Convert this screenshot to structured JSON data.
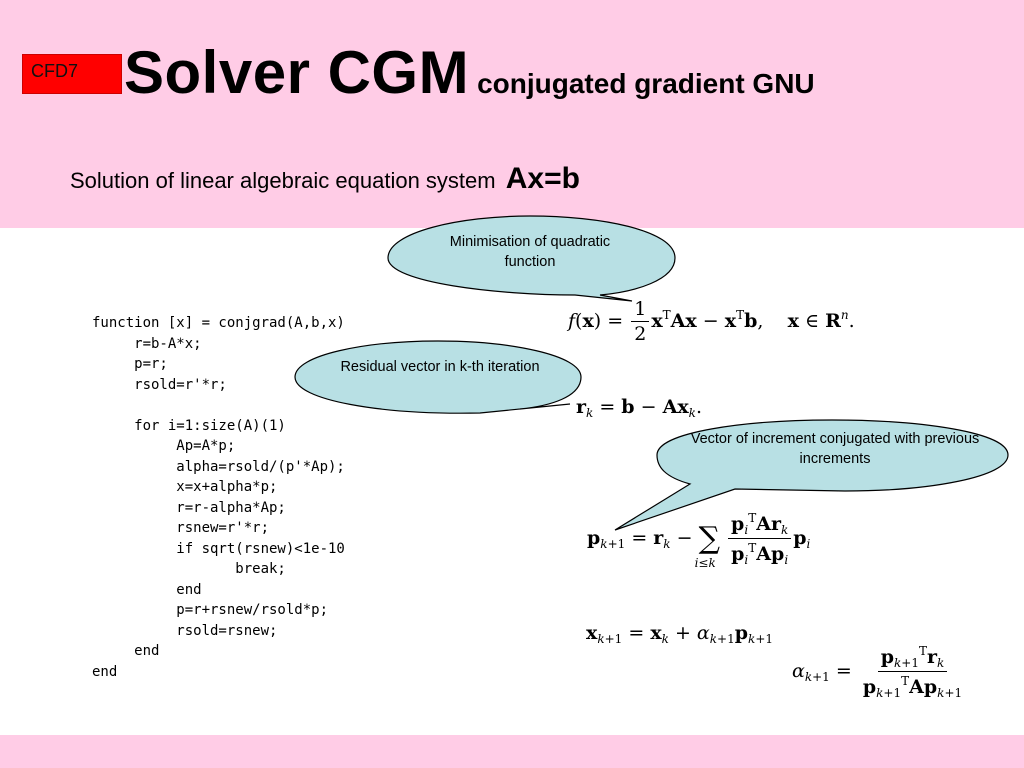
{
  "header": {
    "badge": "CFD7",
    "title": "Solver CGM",
    "title_sub": "conjugated gradient GNU",
    "subtitle": "Solution of linear algebraic equation system",
    "subtitle_eq": "Ax=b"
  },
  "code": {
    "lines": [
      "function [x] = conjgrad(A,b,x)",
      "     r=b-A*x;",
      "     p=r;",
      "     rsold=r'*r;",
      "",
      "     for i=1:size(A)(1)",
      "          Ap=A*p;",
      "          alpha=rsold/(p'*Ap);",
      "          x=x+alpha*p;",
      "          r=r-alpha*Ap;",
      "          rsnew=r'*r;",
      "          if sqrt(rsnew)<1e-10",
      "                 break;",
      "          end",
      "          p=r+rsnew/rsold*p;",
      "          rsold=rsnew;",
      "     end",
      "end"
    ]
  },
  "callouts": {
    "minimisation": "Minimisation of quadratic function",
    "residual": "Residual vector in k-th iteration",
    "increment": "Vector of increment conjugated with previous increments"
  },
  "colors": {
    "header_band": "#ffcce6",
    "badge": "#ff0000",
    "callout_fill": "#b8e0e4"
  }
}
